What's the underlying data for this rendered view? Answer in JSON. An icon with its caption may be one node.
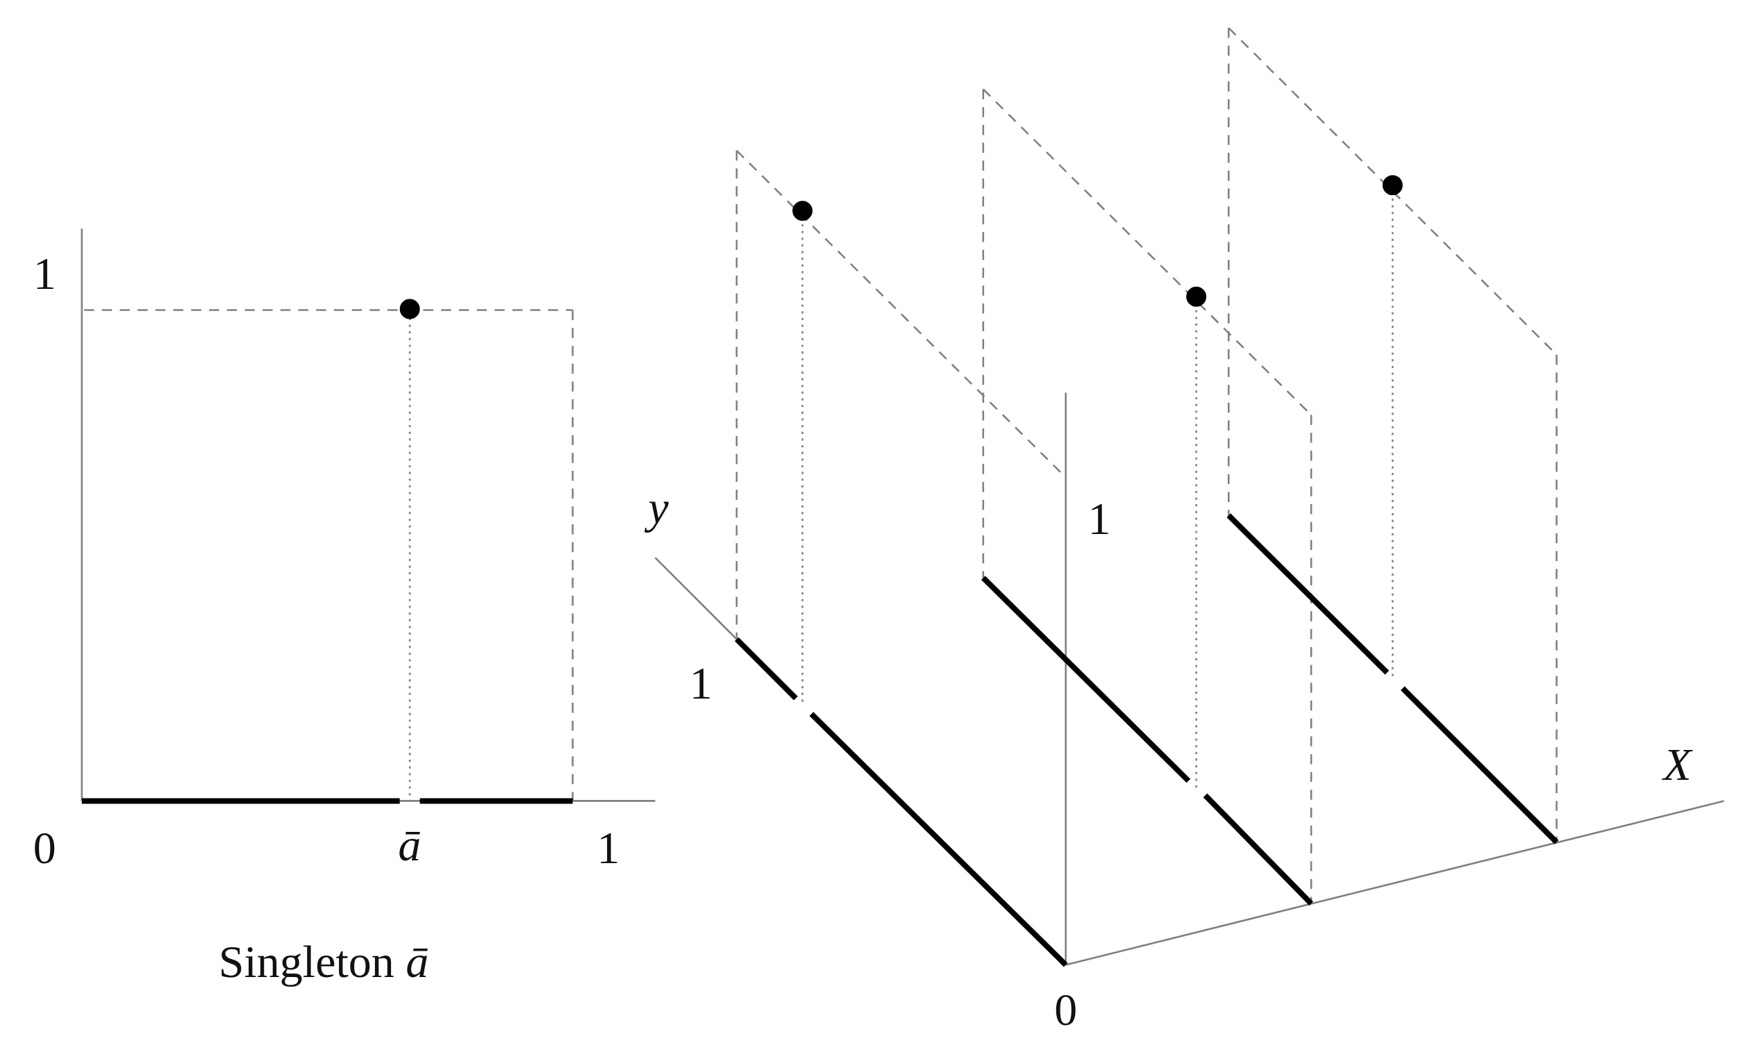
{
  "diagram": {
    "caption": "Singleton *ā*",
    "labels": [
      "1",
      "y",
      "1",
      "1",
      "X",
      "0",
      "ā",
      "1",
      "0"
    ]
  }
}
